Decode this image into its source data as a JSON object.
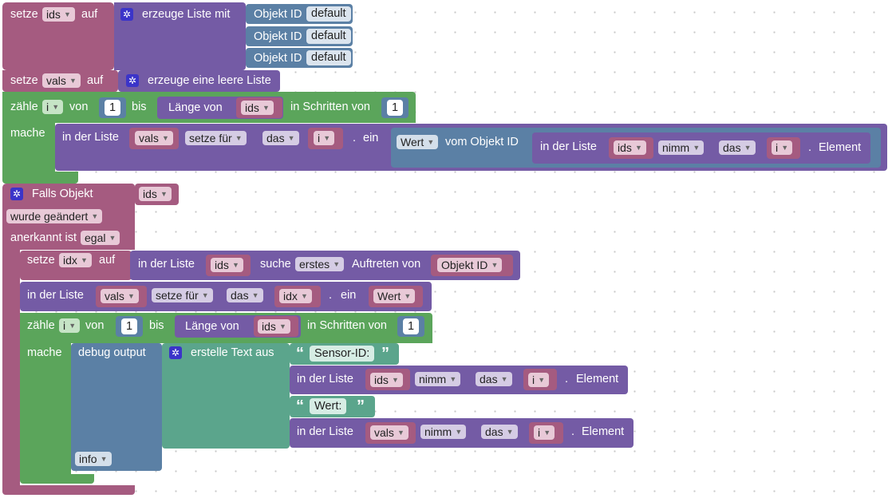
{
  "colors": {
    "variables": "#a55b80",
    "lists": "#745ba5",
    "loops": "#5ba55b",
    "iobroker_trigger": "#a55b80",
    "objects": "#5b80a5",
    "text": "#5ba58c",
    "debug": "#5b80a5"
  },
  "block1": {
    "set": "setze",
    "var": "ids",
    "to": "auf",
    "create_list": "erzeuge Liste mit",
    "items": [
      {
        "label": "Objekt ID",
        "value": "default"
      },
      {
        "label": "Objekt ID",
        "value": "default"
      },
      {
        "label": "Objekt ID",
        "value": "default"
      }
    ]
  },
  "block2": {
    "set": "setze",
    "var": "vals",
    "to": "auf",
    "empty_list": "erzeuge eine leere Liste"
  },
  "loop1": {
    "count": "zähle",
    "var": "i",
    "from": "von",
    "from_val": "1",
    "to": "bis",
    "length_of": "Länge von",
    "length_var": "ids",
    "steps": "in Schritten von",
    "step_val": "1",
    "do": "mache",
    "in_list": "in der Liste",
    "list_var": "vals",
    "mode": "setze für",
    "where": "das",
    "idx_var": "i",
    "dot": ".",
    "as": "ein",
    "value_kind": "Wert",
    "from_object": "vom Objekt ID",
    "in_list2": "in der Liste",
    "list2_var": "ids",
    "get": "nimm",
    "where2": "das",
    "idx2_var": "i",
    "dot2": ".",
    "element": "Element"
  },
  "trigger": {
    "if_object": "Falls Objekt",
    "obj_var": "ids",
    "changed": "wurde geändert",
    "ack": "anerkannt ist",
    "ack_val": "egal",
    "set": "setze",
    "idx_var": "idx",
    "to": "auf",
    "in_list": "in der Liste",
    "list_var": "ids",
    "find": "suche",
    "find_mode": "erstes",
    "occurrence": "Auftreten von",
    "obj_id": "Objekt ID",
    "in_list_b": "in der Liste",
    "list_b_var": "vals",
    "mode_b": "setze für",
    "where_b": "das",
    "idx_b_var": "idx",
    "dot_b": ".",
    "as_b": "ein",
    "value_b": "Wert",
    "loop": {
      "count": "zähle",
      "var": "i",
      "from": "von",
      "from_val": "1",
      "to": "bis",
      "length_of": "Länge von",
      "length_var": "ids",
      "steps": "in Schritten von",
      "step_val": "1",
      "do": "mache"
    },
    "debug": {
      "label": "debug output",
      "level": "info"
    },
    "join": "erstelle Text aus",
    "text1": "Sensor-ID:",
    "row2": {
      "in_list": "in der Liste",
      "var": "ids",
      "get": "nimm",
      "where": "das",
      "idx": "i",
      "dot": ".",
      "element": "Element"
    },
    "text2": "Wert:",
    "row4": {
      "in_list": "in der Liste",
      "var": "vals",
      "get": "nimm",
      "where": "das",
      "idx": "i",
      "dot": ".",
      "element": "Element"
    }
  }
}
